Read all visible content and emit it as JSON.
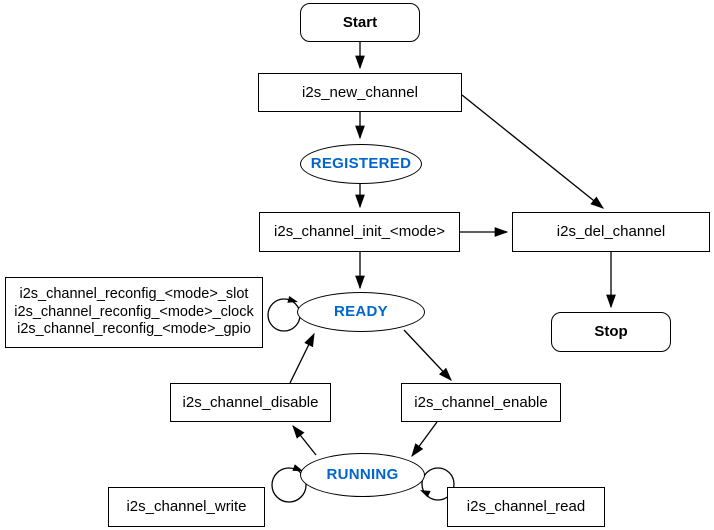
{
  "diagram": {
    "colors": {
      "state_text": "#0066CC",
      "line": "#000000",
      "node_fill": "#ffffff",
      "node_border": "#000000"
    },
    "nodes": {
      "start": {
        "label": "Start"
      },
      "new_channel": {
        "label": "i2s_new_channel"
      },
      "registered": {
        "label": "REGISTERED"
      },
      "init": {
        "label": "i2s_channel_init_<mode>"
      },
      "del": {
        "label": "i2s_del_channel"
      },
      "stop": {
        "label": "Stop"
      },
      "ready": {
        "label": "READY"
      },
      "reconfig": {
        "lines": [
          "i2s_channel_reconfig_<mode>_slot",
          "i2s_channel_reconfig_<mode>_clock",
          "i2s_channel_reconfig_<mode>_gpio"
        ]
      },
      "disable": {
        "label": "i2s_channel_disable"
      },
      "enable": {
        "label": "i2s_channel_enable"
      },
      "running": {
        "label": "RUNNING"
      },
      "write": {
        "label": "i2s_channel_write"
      },
      "read": {
        "label": "i2s_channel_read"
      }
    }
  }
}
